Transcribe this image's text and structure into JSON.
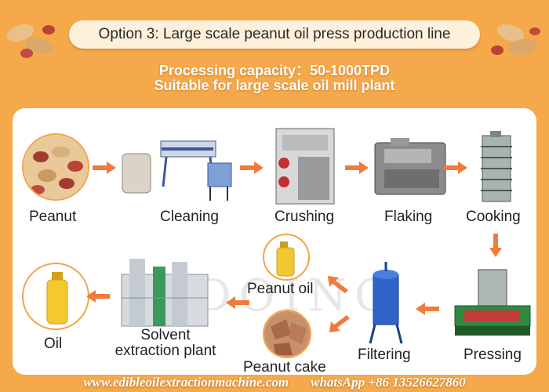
{
  "title": "Option 3: Large scale peanut oil press production line",
  "subtitle_line1": "Processing capacity：50-1000TPD",
  "subtitle_line2": "Suitable for large scale oil mill plant",
  "steps": {
    "peanut": "Peanut",
    "cleaning": "Cleaning",
    "crushing": "Crushing",
    "flaking": "Flaking",
    "cooking": "Cooking",
    "pressing": "Pressing",
    "filtering": "Filtering",
    "peanut_oil": "Peanut oil",
    "peanut_cake": "Peanut cake",
    "solvent_line1": "Solvent",
    "solvent_line2": "extraction plant",
    "oil": "Oil"
  },
  "watermark": "DOING",
  "footer": {
    "website": "www.edibleoilextractionmachine.com",
    "whatsapp": "whatsApp +86 13526627860"
  },
  "colors": {
    "background": "#f6a94a",
    "arrow": "#f07b3a",
    "banner": "#fdf1dc"
  }
}
